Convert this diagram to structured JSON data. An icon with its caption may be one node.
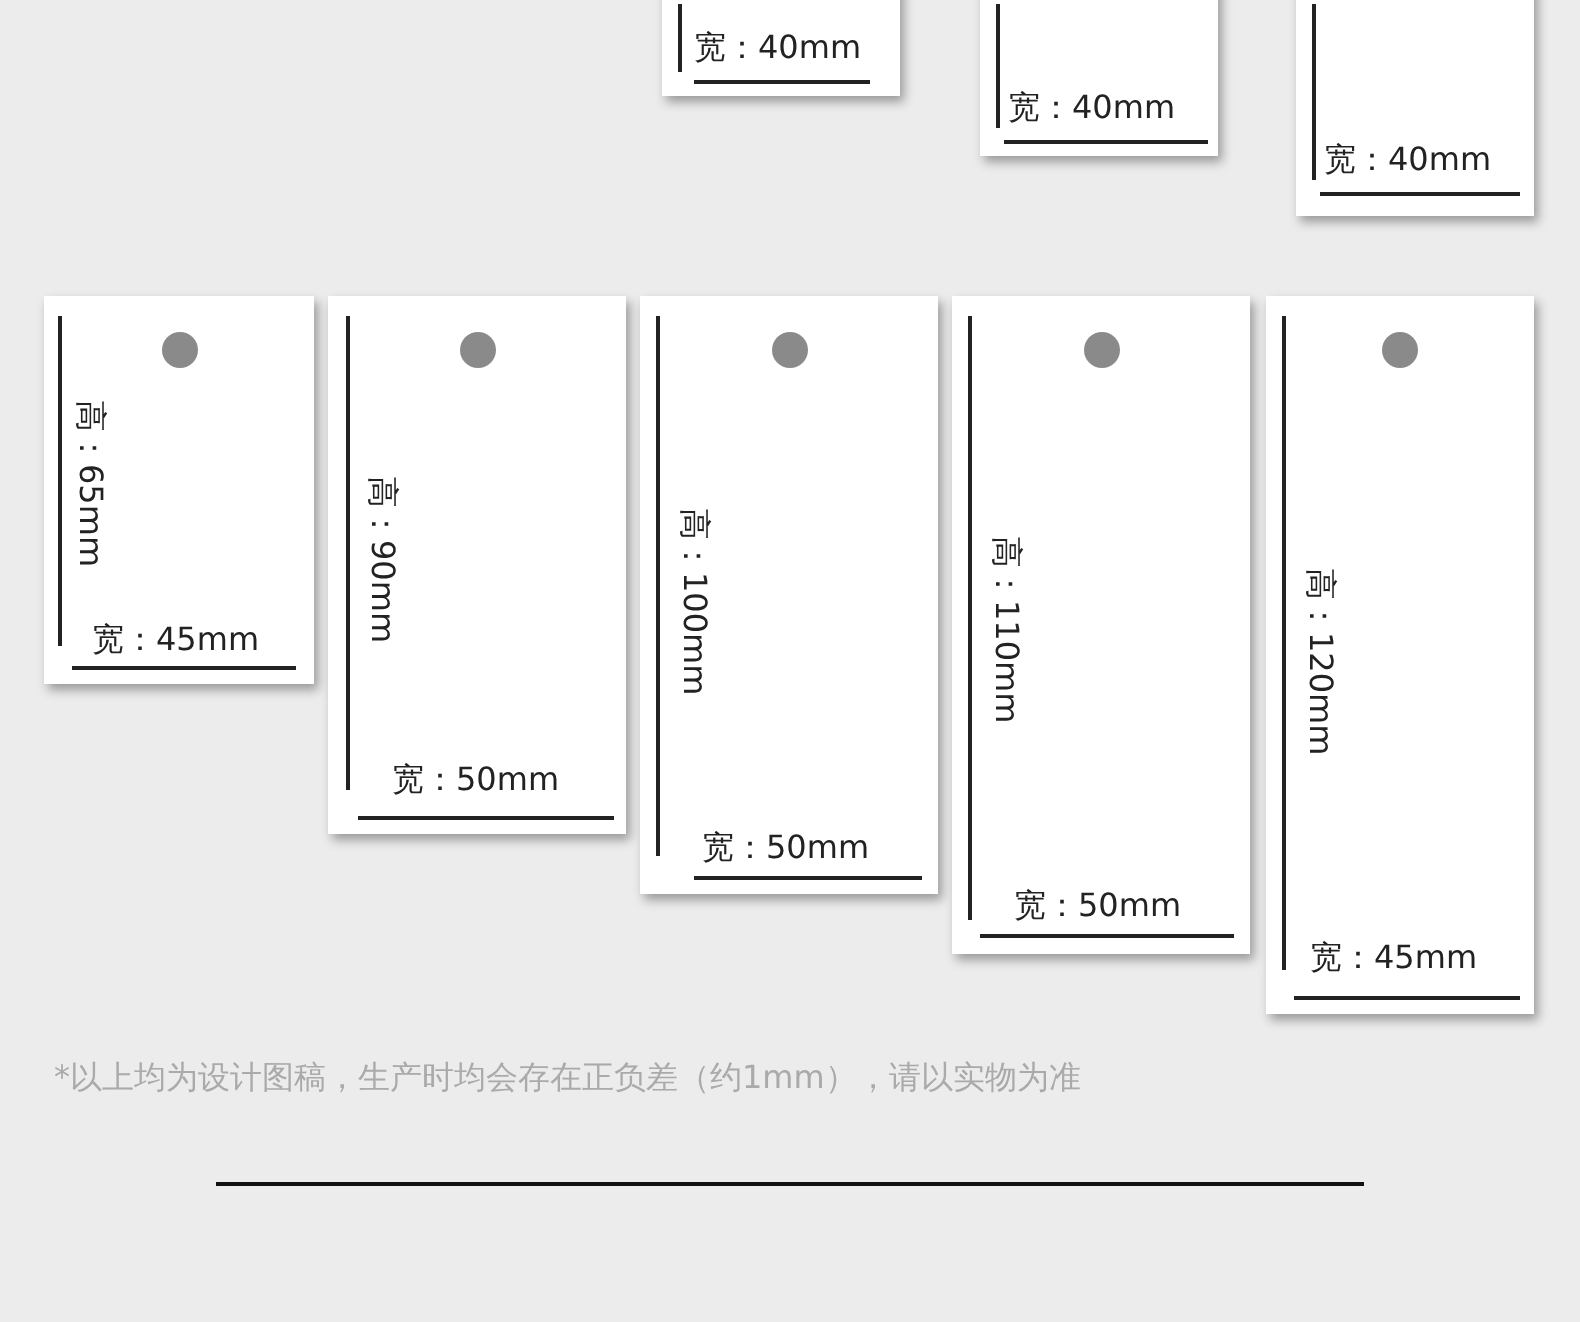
{
  "diagram": {
    "nodes": [
      {
        "text": [
          "宽：40mm"
        ]
      },
      {
        "text": [
          "宽：40mm"
        ]
      },
      {
        "text": [
          "宽：40mm"
        ]
      },
      {
        "text": [
          "高：65mm",
          "宽：45mm"
        ]
      },
      {
        "text": [
          "高：90mm",
          "宽：50mm"
        ]
      },
      {
        "text": [
          "高：100mm",
          "宽：50mm"
        ]
      },
      {
        "text": [
          "高：110mm",
          "宽：50mm"
        ]
      },
      {
        "text": [
          "高：120mm",
          "宽：45mm"
        ]
      }
    ],
    "labels": [
      "*以上均为设计图稿，生产时均会存在正负差（约1mm），请以实物为准"
    ]
  }
}
